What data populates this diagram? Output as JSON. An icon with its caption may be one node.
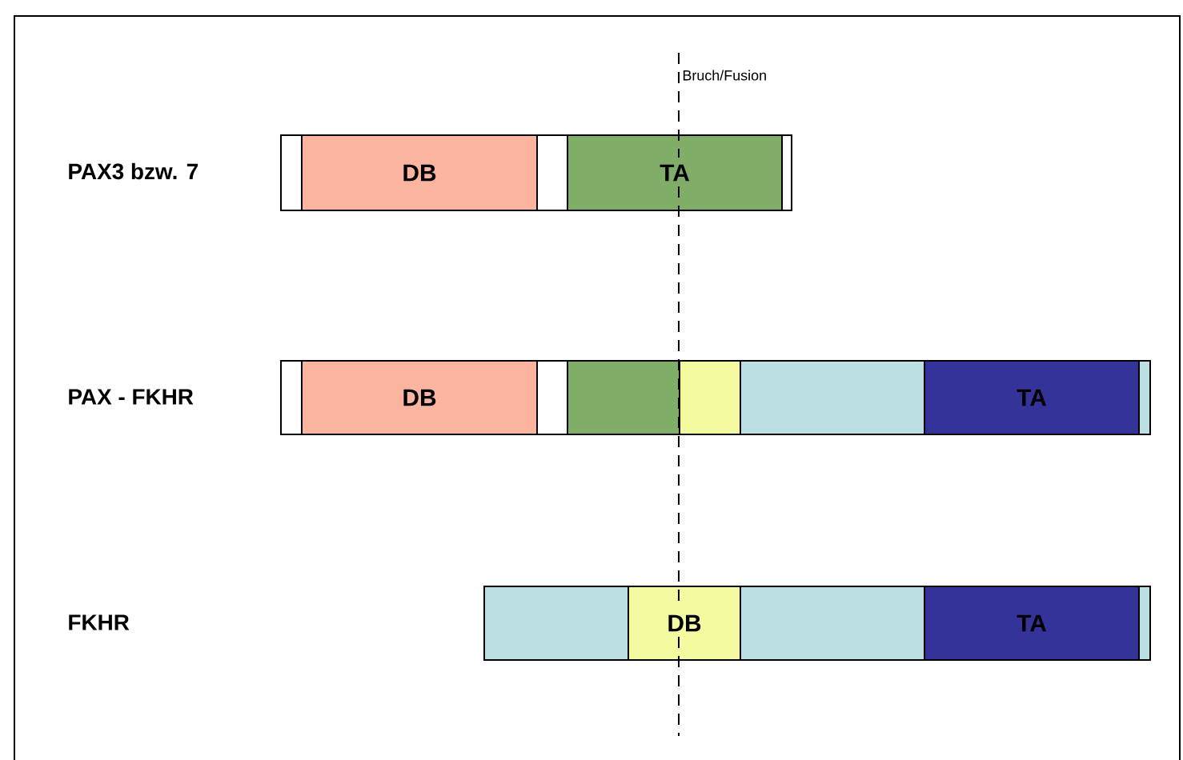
{
  "diagram": {
    "nodes": [
      {
        "text": [],
        "shape": "box"
      },
      {
        "text": [
          "DB"
        ]
      },
      {
        "text": [],
        "shape": "box"
      },
      {
        "text": [
          "TA"
        ]
      },
      {
        "text": [],
        "shape": "box"
      },
      {
        "text": [],
        "shape": "box"
      },
      {
        "text": [
          "DB"
        ]
      },
      {
        "text": [],
        "shape": "box"
      },
      {
        "text": [],
        "shape": "box"
      },
      {
        "text": [],
        "shape": "box"
      },
      {
        "text": [],
        "shape": "box"
      },
      {
        "text": [
          "TA"
        ]
      },
      {
        "text": [],
        "shape": "box"
      },
      {
        "text": [],
        "shape": "box"
      },
      {
        "text": [
          "DB"
        ]
      },
      {
        "text": [],
        "shape": "box"
      },
      {
        "text": [
          "TA"
        ]
      },
      {
        "text": [],
        "shape": "box"
      }
    ],
    "labels": [
      "Bruch/Fusion",
      "PAX3 bzw. 7",
      "PAX - FKHR",
      "FKHR"
    ]
  }
}
